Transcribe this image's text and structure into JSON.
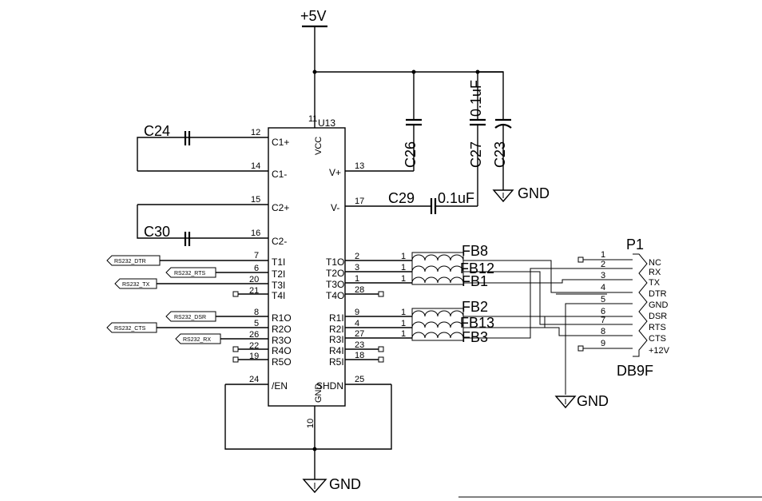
{
  "power": {
    "vcc_label": "+5V",
    "gnd_label": "GND"
  },
  "chip": {
    "ref": "U13",
    "left_pins": [
      {
        "num": "12",
        "name": "C1+"
      },
      {
        "num": "14",
        "name": "C1-"
      },
      {
        "num": "15",
        "name": "C2+"
      },
      {
        "num": "16",
        "name": "C2-"
      },
      {
        "num": "7",
        "name": "T1I"
      },
      {
        "num": "6",
        "name": "T2I"
      },
      {
        "num": "20",
        "name": "T3I"
      },
      {
        "num": "21",
        "name": "T4I"
      },
      {
        "num": "8",
        "name": "R1O"
      },
      {
        "num": "5",
        "name": "R2O"
      },
      {
        "num": "26",
        "name": "R3O"
      },
      {
        "num": "22",
        "name": "R4O"
      },
      {
        "num": "19",
        "name": "R5O"
      },
      {
        "num": "24",
        "name": "/EN"
      }
    ],
    "right_pins": [
      {
        "num": "13",
        "name": "V+"
      },
      {
        "num": "17",
        "name": "V-"
      },
      {
        "num": "2",
        "name": "T1O"
      },
      {
        "num": "3",
        "name": "T2O"
      },
      {
        "num": "1",
        "name": "T3O"
      },
      {
        "num": "28",
        "name": "T4O"
      },
      {
        "num": "9",
        "name": "R1I"
      },
      {
        "num": "4",
        "name": "R2I"
      },
      {
        "num": "27",
        "name": "R3I"
      },
      {
        "num": "23",
        "name": "R4I"
      },
      {
        "num": "18",
        "name": "R5I"
      },
      {
        "num": "25",
        "name": "SHDN"
      }
    ],
    "top_pin": {
      "num": "11",
      "name": "VCC"
    },
    "bottom_pin": {
      "num": "10",
      "name": "GND"
    }
  },
  "capacitors": {
    "c24": "C24",
    "c30": "C30",
    "c26": "C26",
    "c27": "C27",
    "c23": "C23",
    "c29": "C29",
    "c29_value": "0.1uF",
    "c27_value": "0.1uF"
  },
  "signals": [
    "RS232_DTR",
    "RS232_RTS",
    "RS232_TX",
    "RS232_DSR",
    "RS232_CTS",
    "RS232_RX"
  ],
  "ferrites": {
    "fb8": "FB8",
    "fb12": "FB12",
    "fb1": "FB1",
    "fb2": "FB2",
    "fb13": "FB13",
    "fb3": "FB3",
    "pin": "1"
  },
  "connector": {
    "ref": "P1",
    "type": "DB9F",
    "pins": [
      {
        "num": "1",
        "name": "NC"
      },
      {
        "num": "2",
        "name": "RX"
      },
      {
        "num": "3",
        "name": "TX"
      },
      {
        "num": "4",
        "name": "DTR"
      },
      {
        "num": "5",
        "name": "GND"
      },
      {
        "num": "6",
        "name": "DSR"
      },
      {
        "num": "7",
        "name": "RTS"
      },
      {
        "num": "8",
        "name": "CTS"
      },
      {
        "num": "9",
        "name": "+12V"
      }
    ]
  }
}
